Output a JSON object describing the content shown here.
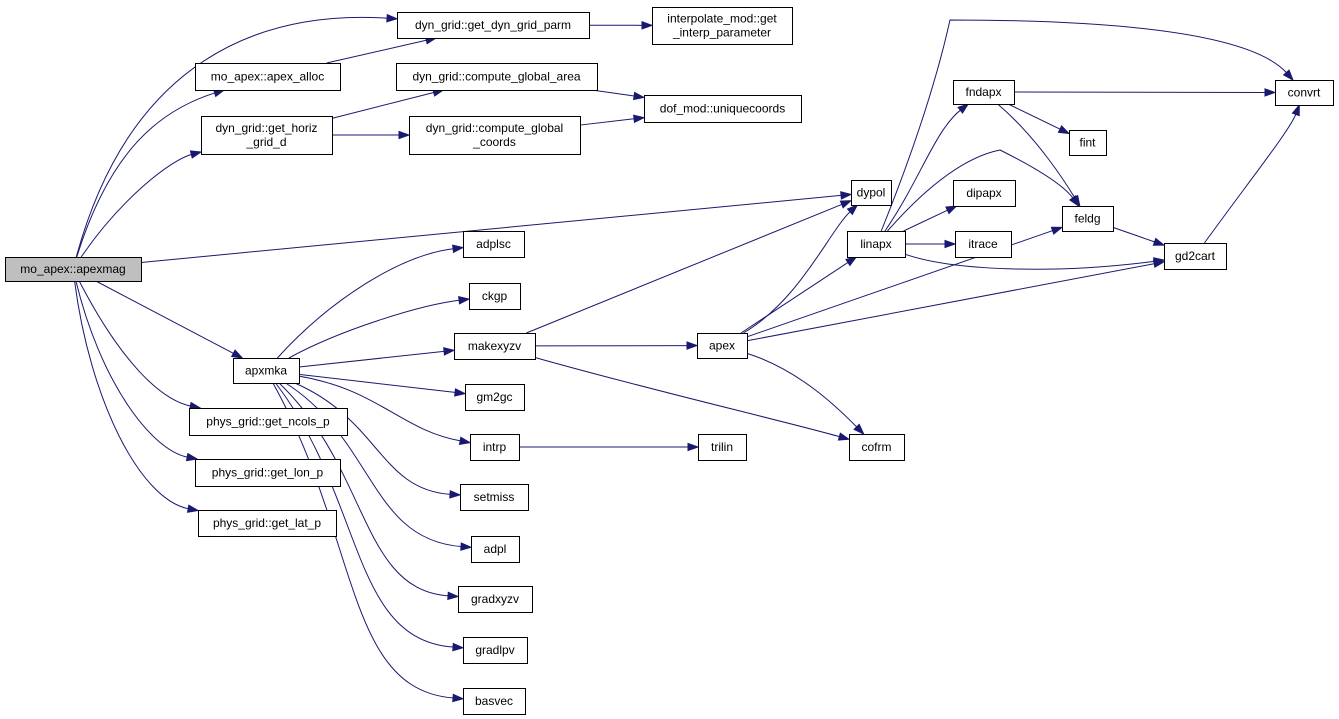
{
  "graph": {
    "edge_color": "#191970",
    "root_fill": "#bfbfbf",
    "node_fill": "#ffffff",
    "nodes": [
      {
        "id": "apexmag",
        "lines": [
          "mo_apex::apexmag"
        ],
        "root": true
      },
      {
        "id": "get_dyn_grid_parm",
        "lines": [
          "dyn_grid::get_dyn_grid_parm"
        ]
      },
      {
        "id": "get_interp_parameter",
        "lines": [
          "interpolate_mod::get",
          "_interp_parameter"
        ]
      },
      {
        "id": "apex_alloc",
        "lines": [
          "mo_apex::apex_alloc"
        ]
      },
      {
        "id": "compute_global_area",
        "lines": [
          "dyn_grid::compute_global_area"
        ]
      },
      {
        "id": "uniquecoords",
        "lines": [
          "dof_mod::uniquecoords"
        ]
      },
      {
        "id": "get_horiz_grid_d",
        "lines": [
          "dyn_grid::get_horiz",
          "_grid_d"
        ]
      },
      {
        "id": "compute_global_coords",
        "lines": [
          "dyn_grid::compute_global",
          "_coords"
        ]
      },
      {
        "id": "fndapx",
        "lines": [
          "fndapx"
        ]
      },
      {
        "id": "convrt",
        "lines": [
          "convrt"
        ]
      },
      {
        "id": "fint",
        "lines": [
          "fint"
        ]
      },
      {
        "id": "dypol",
        "lines": [
          "dypol"
        ]
      },
      {
        "id": "dipapx",
        "lines": [
          "dipapx"
        ]
      },
      {
        "id": "feldg",
        "lines": [
          "feldg"
        ]
      },
      {
        "id": "linapx",
        "lines": [
          "linapx"
        ]
      },
      {
        "id": "itrace",
        "lines": [
          "itrace"
        ]
      },
      {
        "id": "gd2cart",
        "lines": [
          "gd2cart"
        ]
      },
      {
        "id": "adplsc",
        "lines": [
          "adplsc"
        ]
      },
      {
        "id": "ckgp",
        "lines": [
          "ckgp"
        ]
      },
      {
        "id": "makexyzv",
        "lines": [
          "makexyzv"
        ]
      },
      {
        "id": "apex",
        "lines": [
          "apex"
        ]
      },
      {
        "id": "apxmka",
        "lines": [
          "apxmka"
        ]
      },
      {
        "id": "gm2gc",
        "lines": [
          "gm2gc"
        ]
      },
      {
        "id": "get_ncols_p",
        "lines": [
          "phys_grid::get_ncols_p"
        ]
      },
      {
        "id": "intrp",
        "lines": [
          "intrp"
        ]
      },
      {
        "id": "trilin",
        "lines": [
          "trilin"
        ]
      },
      {
        "id": "cofrm",
        "lines": [
          "cofrm"
        ]
      },
      {
        "id": "get_lon_p",
        "lines": [
          "phys_grid::get_lon_p"
        ]
      },
      {
        "id": "setmiss",
        "lines": [
          "setmiss"
        ]
      },
      {
        "id": "get_lat_p",
        "lines": [
          "phys_grid::get_lat_p"
        ]
      },
      {
        "id": "adpl",
        "lines": [
          "adpl"
        ]
      },
      {
        "id": "gradxyzv",
        "lines": [
          "gradxyzv"
        ]
      },
      {
        "id": "gradlpv",
        "lines": [
          "gradlpv"
        ]
      },
      {
        "id": "basvec",
        "lines": [
          "basvec"
        ]
      }
    ],
    "edges": [
      [
        "apexmag",
        "get_dyn_grid_parm"
      ],
      [
        "apexmag",
        "apex_alloc"
      ],
      [
        "apexmag",
        "get_horiz_grid_d"
      ],
      [
        "apexmag",
        "dypol"
      ],
      [
        "apexmag",
        "apxmka"
      ],
      [
        "apexmag",
        "get_ncols_p"
      ],
      [
        "apexmag",
        "get_lon_p"
      ],
      [
        "apexmag",
        "get_lat_p"
      ],
      [
        "apex_alloc",
        "get_dyn_grid_parm"
      ],
      [
        "get_dyn_grid_parm",
        "get_interp_parameter"
      ],
      [
        "get_horiz_grid_d",
        "compute_global_area"
      ],
      [
        "get_horiz_grid_d",
        "compute_global_coords"
      ],
      [
        "compute_global_area",
        "uniquecoords"
      ],
      [
        "compute_global_coords",
        "uniquecoords"
      ],
      [
        "apxmka",
        "adplsc"
      ],
      [
        "apxmka",
        "ckgp"
      ],
      [
        "apxmka",
        "makexyzv"
      ],
      [
        "apxmka",
        "gm2gc"
      ],
      [
        "apxmka",
        "intrp"
      ],
      [
        "apxmka",
        "setmiss"
      ],
      [
        "apxmka",
        "adpl"
      ],
      [
        "apxmka",
        "gradxyzv"
      ],
      [
        "apxmka",
        "gradlpv"
      ],
      [
        "apxmka",
        "basvec"
      ],
      [
        "makexyzv",
        "dypol"
      ],
      [
        "makexyzv",
        "apex"
      ],
      [
        "makexyzv",
        "cofrm"
      ],
      [
        "intrp",
        "trilin"
      ],
      [
        "apex",
        "dypol"
      ],
      [
        "apex",
        "linapx"
      ],
      [
        "apex",
        "cofrm"
      ],
      [
        "apex",
        "feldg"
      ],
      [
        "apex",
        "gd2cart"
      ],
      [
        "linapx",
        "fndapx"
      ],
      [
        "linapx",
        "convrt"
      ],
      [
        "linapx",
        "dipapx"
      ],
      [
        "linapx",
        "itrace"
      ],
      [
        "linapx",
        "feldg"
      ],
      [
        "linapx",
        "gd2cart"
      ],
      [
        "fndapx",
        "convrt"
      ],
      [
        "fndapx",
        "fint"
      ],
      [
        "fndapx",
        "feldg"
      ],
      [
        "feldg",
        "gd2cart"
      ],
      [
        "gd2cart",
        "convrt"
      ]
    ]
  }
}
